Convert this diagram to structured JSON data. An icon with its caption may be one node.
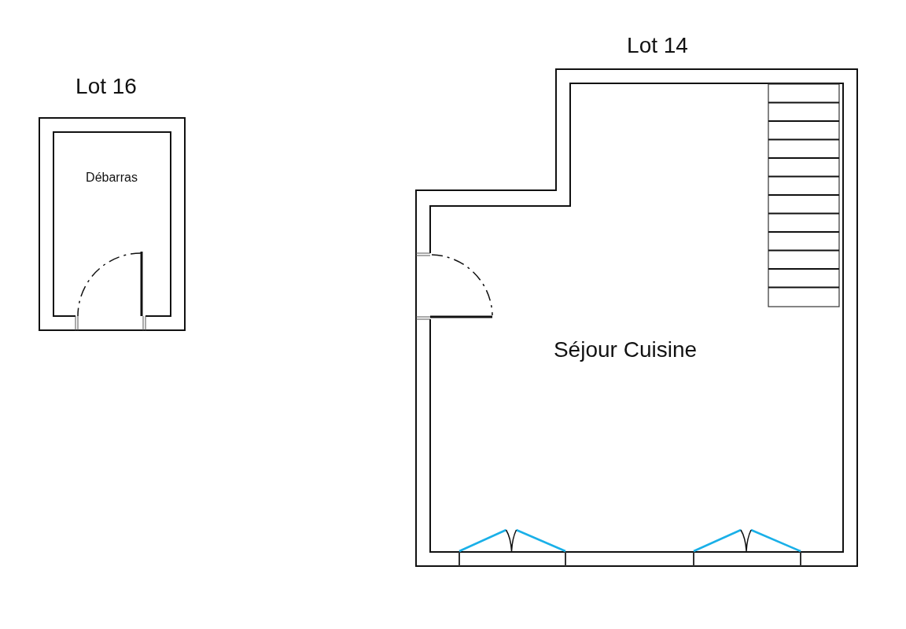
{
  "diagram": {
    "nodes": [
      {
        "text": [
          "Lot 16",
          "Débarras"
        ]
      },
      {
        "text": [
          "Lot 14",
          "Séjour Cuisine"
        ]
      }
    ]
  }
}
